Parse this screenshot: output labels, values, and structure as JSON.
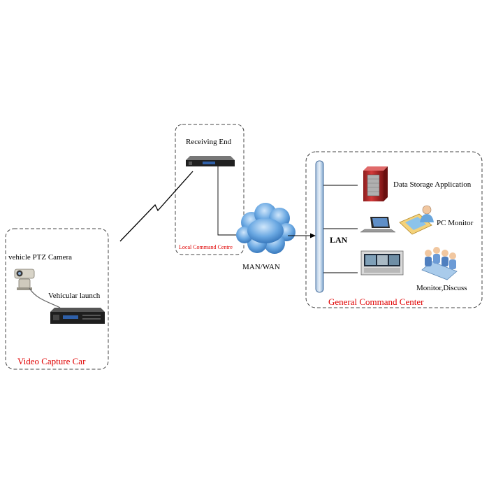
{
  "vehicle": {
    "title": "Video Capture Car",
    "camera_label": "vehicle PTZ Camera",
    "launch_label": "Vehicular launch"
  },
  "receiving": {
    "title": "Receiving End",
    "subtitle": "Local Command Centre"
  },
  "network": {
    "cloud_label": "MAN/WAN",
    "lan_label": "LAN"
  },
  "center": {
    "title": "General Command Center",
    "items": [
      {
        "label": "Data Storage Application",
        "icon": "server-icon"
      },
      {
        "label": "PC Monitor",
        "icon": "laptop-icon"
      },
      {
        "label": "Monitor,Discuss",
        "icon": "video-wall-icon"
      }
    ]
  },
  "colors": {
    "accent_red": "#e00000",
    "cloud": "#3d88d0",
    "lan_bar": "#7fa6cf",
    "server_red": "#c22a2a"
  }
}
